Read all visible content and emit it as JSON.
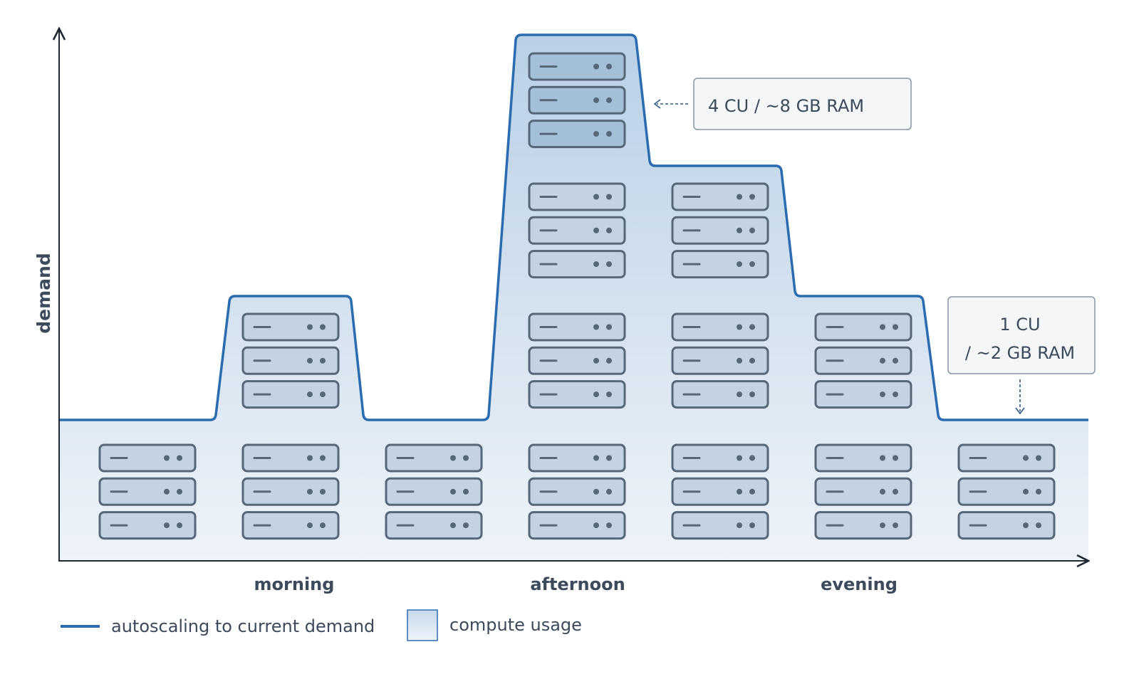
{
  "axes": {
    "y_label": "demand",
    "x_labels": [
      "morning",
      "afternoon",
      "evening"
    ]
  },
  "callouts": {
    "peak": "4 CU / ~8 GB RAM",
    "base_line1": "1 CU",
    "base_line2": "/ ~2 GB RAM"
  },
  "legend": {
    "line_label": "autoscaling to current demand",
    "area_label": "compute usage"
  },
  "columns": [
    {
      "servers": 3
    },
    {
      "servers": 6
    },
    {
      "servers": 3
    },
    {
      "servers": 12
    },
    {
      "servers": 9
    },
    {
      "servers": 6
    },
    {
      "servers": 3
    }
  ],
  "colors": {
    "line": "#2b6cb0",
    "area_top": "#b9d0e6",
    "area_bottom": "#eef3f9",
    "server_fill": "#c3d3e3",
    "server_fill_dark": "#a4bfd8",
    "server_stroke": "#56677a",
    "text": "#3c4a5c",
    "axis": "#1f2933"
  }
}
